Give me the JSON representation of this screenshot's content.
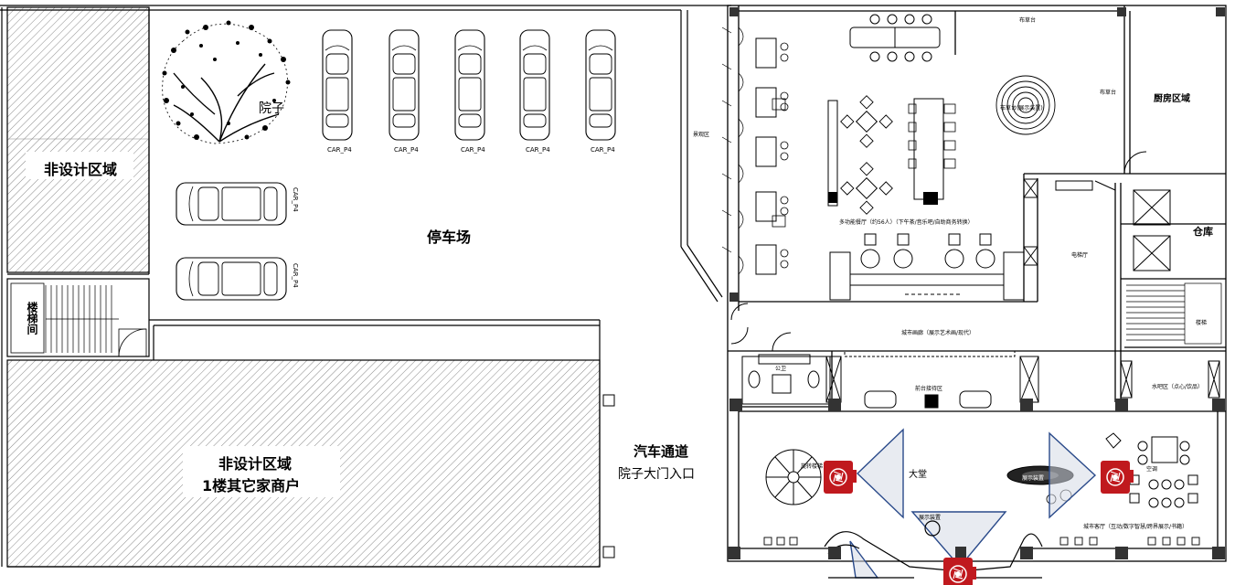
{
  "zones": {
    "non_design_top": "非设计区域",
    "courtyard": "院子",
    "parking": "停车场",
    "stairwell_left": "楼梯间",
    "non_design_bottom_line1": "非设计区域",
    "non_design_bottom_line2": "1楼其它家商户",
    "car_lane": "汽车通道",
    "yard_gate": "院子大门入口"
  },
  "car_labels": [
    "CAR_P4",
    "CAR_P4",
    "CAR_P4",
    "CAR_P4",
    "CAR_P4",
    "CAR_P4",
    "CAR_P4"
  ],
  "rooms": {
    "landscape": "景观区",
    "bar_top": "布草台",
    "bar_right": "布草台",
    "bar_round": "布草台(展示装置)",
    "kitchen": "厨房区域",
    "multi_dining": "多功能餐厅（约56人）（下午茶/音乐吧/自助商务转换）",
    "elevator_hall": "电梯厅",
    "storage": "仓库",
    "stairs_right": "楼梯",
    "corridor": "城市画廊（展示艺术画/现代）",
    "restroom": "公卫",
    "reception": "前台接待区",
    "water_bar": "水吧区（点心/饮品）",
    "spiral_stair": "旋转楼梯",
    "lobby": "大堂",
    "display_device": "展示装置",
    "city_hall": "城市客厅（互动/数字智慧/跨界展示/书籍）",
    "center_exhibit": "展示装置",
    "small_unit": "空调"
  },
  "colors": {
    "line": "#000000",
    "hatch": "#555555",
    "camera": "#c0191e",
    "view_cone": "#2a4a8a"
  },
  "icons": [
    "tree-icon",
    "security-camera-icon"
  ]
}
